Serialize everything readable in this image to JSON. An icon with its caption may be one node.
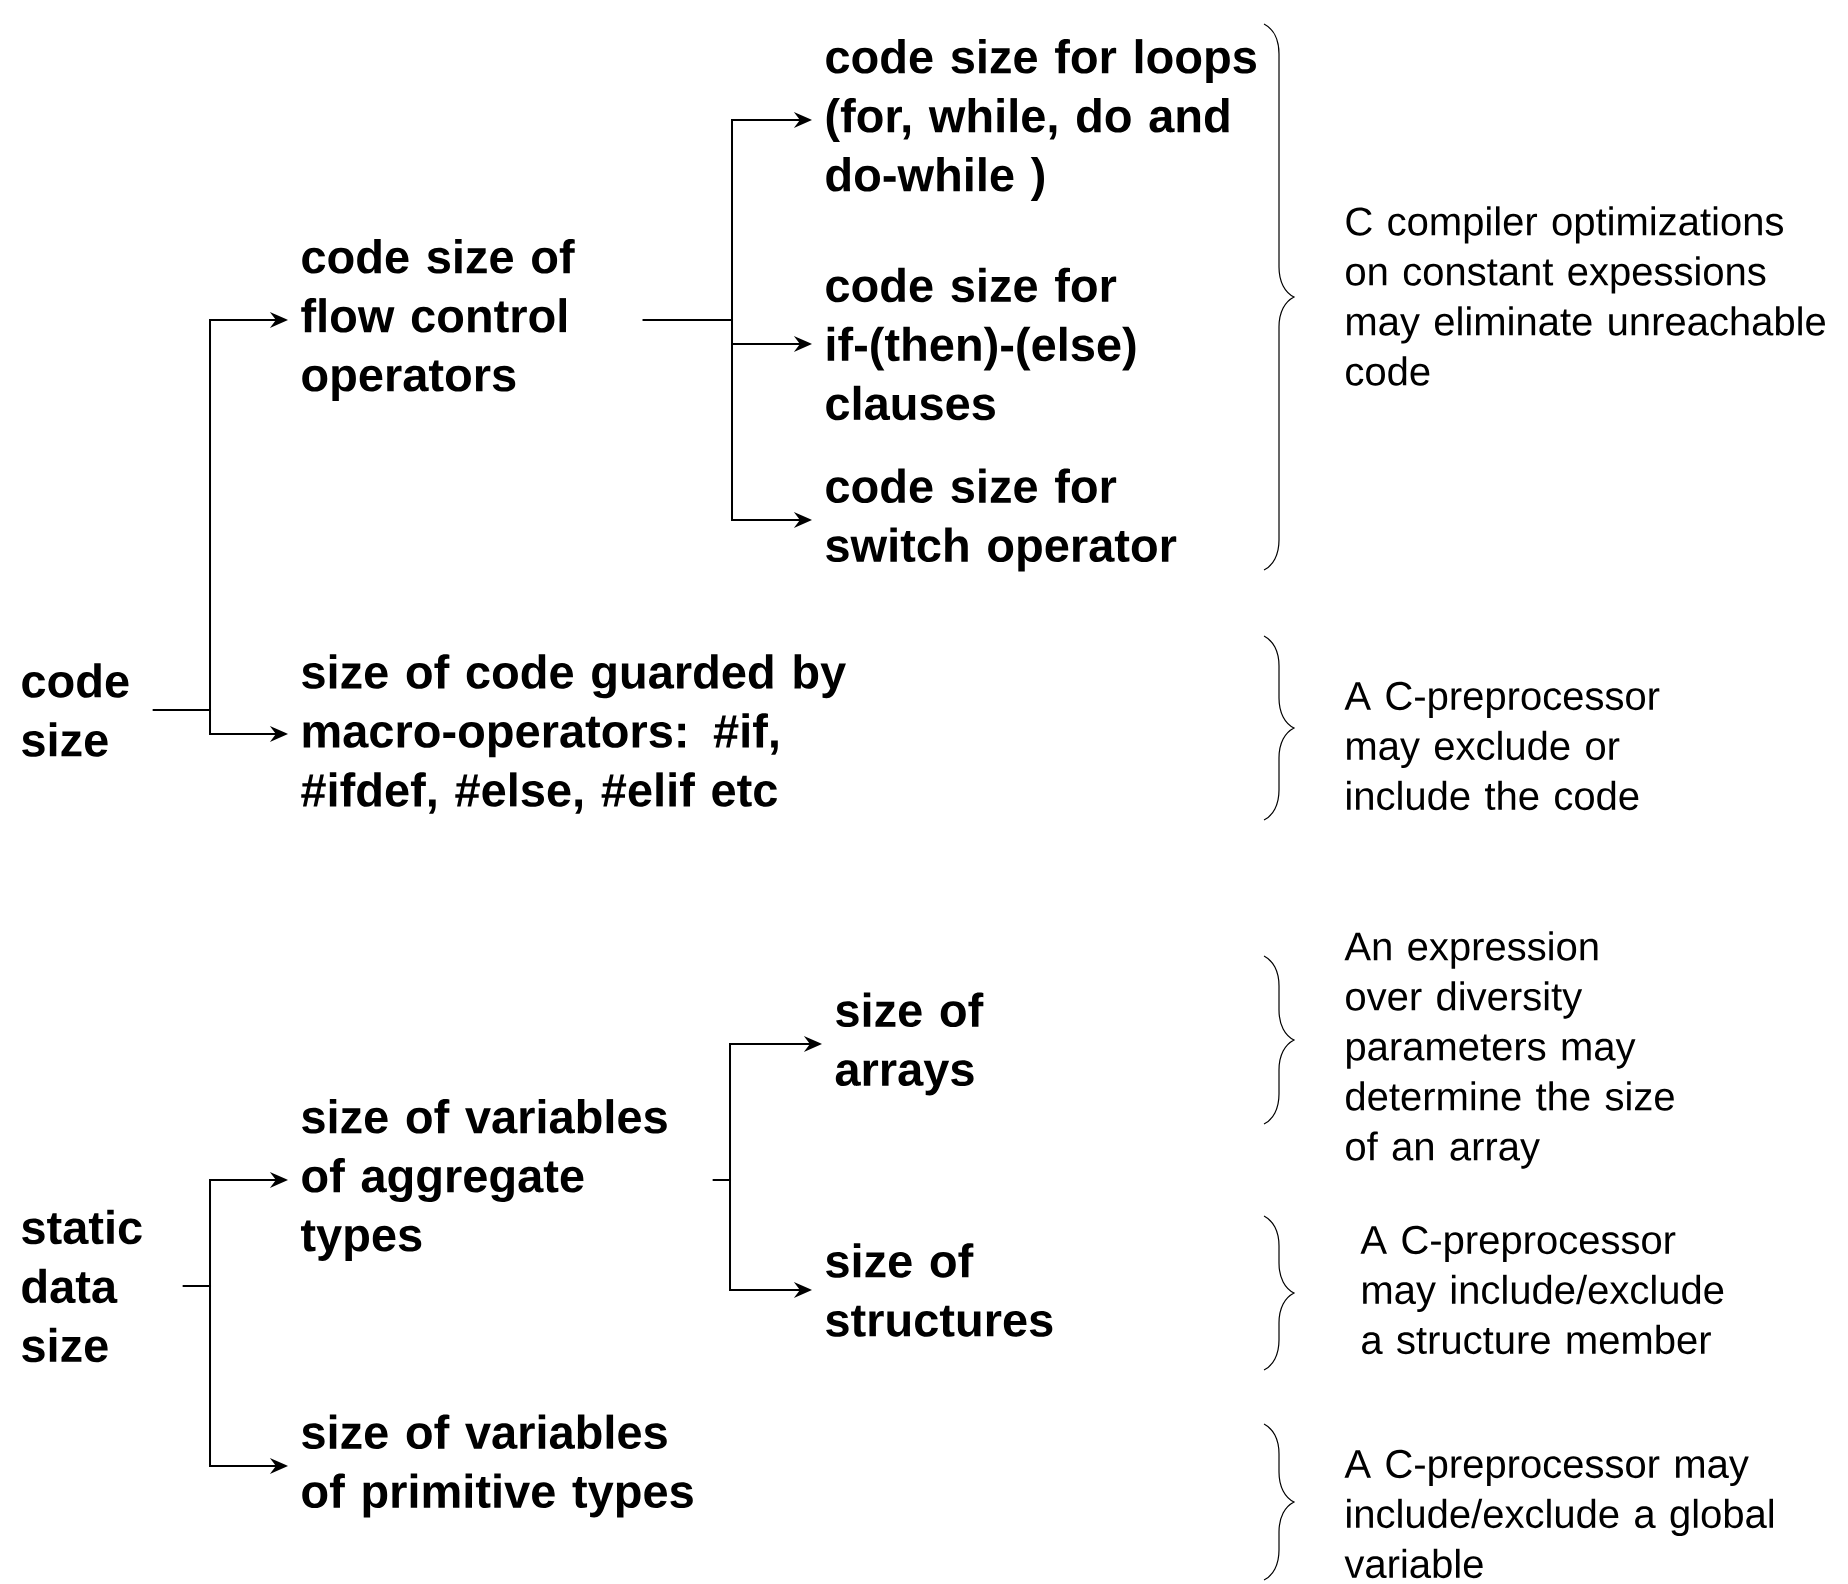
{
  "diagram": {
    "nodes": [
      {
        "text": [
          "code size"
        ]
      },
      {
        "text": [
          "code size of flow control operators"
        ]
      },
      {
        "text": [
          "code size for loops (for, while, do and do-while )"
        ]
      },
      {
        "text": [
          "code size for if-(then)-(else) clauses"
        ]
      },
      {
        "text": [
          "code size  for switch  operator"
        ]
      },
      {
        "text": [
          "size of  code guarded by macro-operators: #if, #ifdef, #else, #elif etc"
        ]
      },
      {
        "text": [
          "static data size"
        ]
      },
      {
        "text": [
          "size of variables of aggregate types"
        ]
      },
      {
        "text": [
          "size of arrays"
        ]
      },
      {
        "text": [
          "size of structures"
        ]
      },
      {
        "text": [
          "size of variables of primitive types"
        ]
      }
    ],
    "edges": [
      {
        "from": 0,
        "to": 1,
        "arrow": "to"
      },
      {
        "from": 0,
        "to": 5,
        "arrow": "to"
      },
      {
        "from": 1,
        "to": 2,
        "arrow": "to"
      },
      {
        "from": 1,
        "to": 3,
        "arrow": "to"
      },
      {
        "from": 1,
        "to": 4,
        "arrow": "to"
      },
      {
        "from": 6,
        "to": 7,
        "arrow": "to"
      },
      {
        "from": 6,
        "to": 10,
        "arrow": "to"
      },
      {
        "from": 7,
        "to": 8,
        "arrow": "to"
      },
      {
        "from": 7,
        "to": 9,
        "arrow": "to"
      }
    ],
    "labels": [
      "C compiler optimizations on constant expessions may eliminate unreachable code",
      "A C-preprocessor may exclude or include the code",
      "An expression over diversity parameters  may determine the size of an array",
      "A C-preprocessor may include/exclude a structure member",
      "A C-preprocessor may include/exclude a global variable"
    ]
  }
}
